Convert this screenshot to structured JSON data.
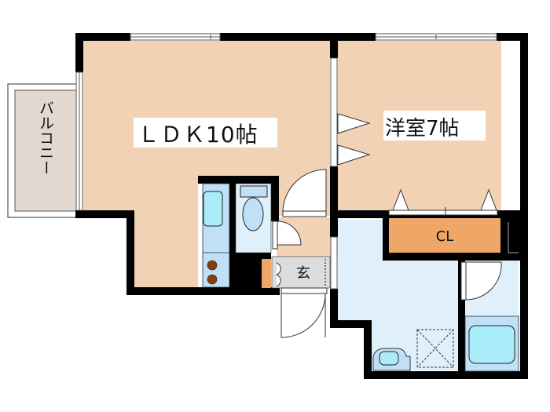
{
  "floor_plan": {
    "rooms": {
      "ldk": {
        "label": "ＬＤＫ10帖",
        "color": "#f2d2b4"
      },
      "western_room": {
        "label": "洋室7帖",
        "color": "#f2d2b4"
      },
      "balcony": {
        "label": "バルコニー",
        "color": "#e3d8cf"
      },
      "closet": {
        "label": "CL",
        "color": "#eea766"
      },
      "entrance": {
        "label": "玄",
        "color": "#dcdcdc"
      },
      "washroom": {
        "color": "#dff0fb"
      },
      "bathroom": {
        "color": "#dff0fb"
      },
      "toilet": {
        "color": "#dff0fb"
      },
      "kitchen": {
        "color": "#bfe0f7"
      }
    },
    "colors": {
      "wall": "#000000",
      "fixture_water": "#a9ecfa",
      "stove_burner": "#8b3e0c",
      "shoe_box": "#eea766"
    }
  }
}
